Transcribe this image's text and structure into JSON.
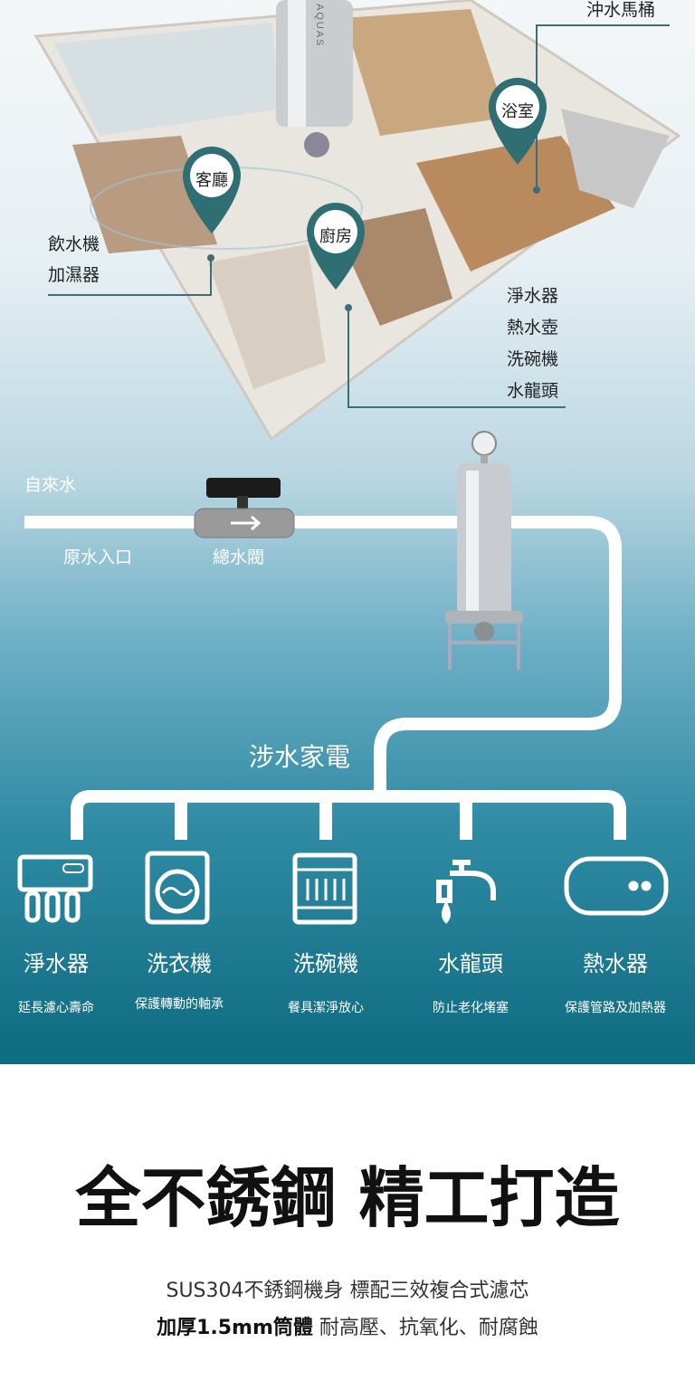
{
  "rooms": {
    "living": "客廳",
    "kitchen": "廚房",
    "bath": "浴室"
  },
  "callouts": {
    "toilet": "沖水馬桶",
    "left": [
      "飲水機",
      "加濕器"
    ],
    "right": [
      "淨水器",
      "熱水壺",
      "洗碗機",
      "水龍頭"
    ]
  },
  "product_brand": "AQUAS",
  "pipe": {
    "source": "自來水",
    "inlet": "原水入口",
    "valve": "總水閥",
    "appliances_title": "涉水家電"
  },
  "appliances": [
    {
      "name": "淨水器",
      "desc": "延長濾心壽命",
      "icon": "water-purifier-icon"
    },
    {
      "name": "洗衣機",
      "desc": "保護轉動的軸承",
      "icon": "washing-machine-icon"
    },
    {
      "name": "洗碗機",
      "desc": "餐具潔淨放心",
      "icon": "dishwasher-icon"
    },
    {
      "name": "水龍頭",
      "desc": "防止老化堵塞",
      "icon": "faucet-icon"
    },
    {
      "name": "熱水器",
      "desc": "保護管路及加熱器",
      "icon": "water-heater-icon"
    }
  ],
  "headline": "全不銹鋼 精工打造",
  "line1": "SUS304不銹鋼機身 標配三效複合式濾芯",
  "line2_bold": "加厚1.5mm筒體",
  "line2_rest": " 耐高壓、抗氧化、耐腐蝕",
  "colors": {
    "pin": "#2f6f73",
    "teal": "#0f6b80"
  }
}
